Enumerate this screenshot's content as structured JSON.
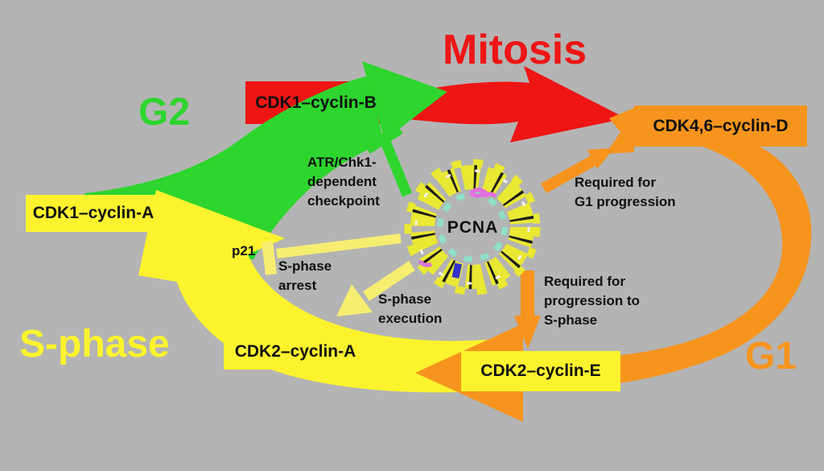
{
  "figure": {
    "description": "Cell cycle diagram with CDK-cyclin complexes around a PCNA ring"
  },
  "colors": {
    "background": "#b4b4b4",
    "green": "#2ed52e",
    "red": "#ee1515",
    "orange": "#f6941d",
    "yellow": "#fcf32e",
    "pale_yellow": "#f5ee70",
    "text": "#101010"
  },
  "phases": {
    "g2": "G2",
    "mitosis": "Mitosis",
    "g1": "G1",
    "s_phase": "S-phase"
  },
  "complexes": {
    "cdk1_cyclin_b": "CDK1–cyclin-B",
    "cdk4_6_cyclin_d": "CDK4,6–cyclin-D",
    "cdk1_cyclin_a": "CDK1–cyclin-A",
    "cdk2_cyclin_a": "CDK2–cyclin-A",
    "cdk2_cyclin_e": "CDK2–cyclin-E"
  },
  "annotations": {
    "atr_chk1": "ATR/Chk1-\ndependent\ncheckpoint",
    "p21": "p21",
    "s_phase_arrest": "S-phase\narrest",
    "s_phase_execution": "S-phase\nexecution",
    "required_g1": "Required for\nG1 progression",
    "required_s": "Required for\nprogression to\nS-phase"
  },
  "center": {
    "label": "PCNA"
  }
}
